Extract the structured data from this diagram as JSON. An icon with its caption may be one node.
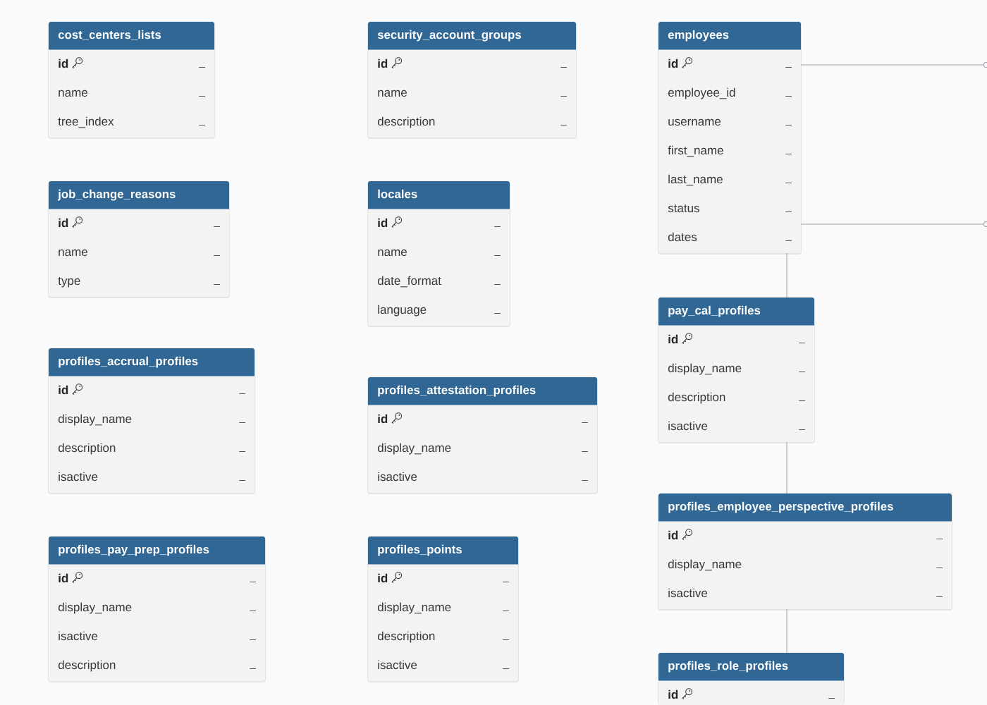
{
  "diagram": {
    "nodes": [
      {
        "text": [
          "cost_centers_lists",
          "id",
          "_",
          "name",
          "_",
          "tree_index",
          "_"
        ]
      },
      {
        "text": [
          "security_account_groups",
          "id",
          "_",
          "name",
          "_",
          "description",
          "_"
        ]
      },
      {
        "text": [
          "employees",
          "id",
          "_",
          "employee_id",
          "_",
          "username",
          "_",
          "first_name",
          "_",
          "last_name",
          "_",
          "status",
          "_",
          "dates",
          "_"
        ]
      },
      {
        "text": [],
        "shape": "circle"
      },
      {
        "text": [],
        "shape": "circle"
      },
      {
        "text": [
          "job_change_reasons",
          "id",
          "_",
          "name",
          "_",
          "type",
          "_"
        ]
      },
      {
        "text": [
          "locales",
          "id",
          "_",
          "name",
          "_",
          "date_format",
          "_",
          "language",
          "_"
        ]
      },
      {
        "text": [
          "pay_cal_profiles",
          "id",
          "_",
          "display_name",
          "_",
          "description",
          "_",
          "isactive",
          "_"
        ]
      },
      {
        "text": [
          "profiles_accrual_profiles",
          "id",
          "_",
          "display_name",
          "_",
          "description",
          "_",
          "isactive",
          "_"
        ]
      },
      {
        "text": [
          "profiles_attestation_profiles",
          "id",
          "_",
          "display_name",
          "_",
          "isactive",
          "_"
        ]
      },
      {
        "text": [
          "profiles_employee_perspective_profiles",
          "id",
          "_",
          "display_name",
          "_",
          "isactive",
          "_"
        ]
      },
      {
        "text": [
          "profiles_pay_prep_profiles",
          "id",
          "_",
          "display_name",
          "_",
          "isactive",
          "_",
          "description",
          "_"
        ]
      },
      {
        "text": [
          "profiles_points",
          "id",
          "_",
          "display_name",
          "_",
          "description",
          "_",
          "isactive",
          "_"
        ]
      },
      {
        "text": [
          "profiles_role_profiles",
          "id",
          "_"
        ]
      }
    ],
    "edges": [
      {
        "from": 2,
        "to": 3,
        "arrow": "none"
      },
      {
        "from": 2,
        "to": 4,
        "arrow": "none"
      },
      {
        "from": 2,
        "to": 7,
        "arrow": "none"
      },
      {
        "from": 7,
        "to": 10,
        "arrow": "none"
      },
      {
        "from": 10,
        "to": 13,
        "arrow": "none"
      }
    ]
  }
}
